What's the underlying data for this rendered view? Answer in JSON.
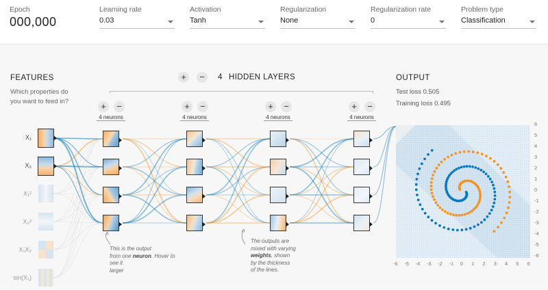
{
  "controls": {
    "epoch_label": "Epoch",
    "epoch_value": "000,000",
    "learning_rate_label": "Learning rate",
    "learning_rate_value": "0.03",
    "activation_label": "Activation",
    "activation_value": "Tanh",
    "regularization_label": "Regularization",
    "regularization_value": "None",
    "reg_rate_label": "Regularization rate",
    "reg_rate_value": "0",
    "problem_type_label": "Problem type",
    "problem_type_value": "Classification"
  },
  "features": {
    "title": "FEATURES",
    "subtitle_line1": "Which properties do",
    "subtitle_line2": "you want to feed in?",
    "items": [
      {
        "label": "X₁",
        "active": true
      },
      {
        "label": "X₂",
        "active": true
      },
      {
        "label": "X₁²",
        "active": false
      },
      {
        "label": "X₂²",
        "active": false
      },
      {
        "label": "X₁X₂",
        "active": false
      },
      {
        "label": "sin(X₁)",
        "active": false
      }
    ]
  },
  "hidden": {
    "count": "4",
    "title": "HIDDEN LAYERS",
    "layers": [
      {
        "neurons_label": "4 neurons"
      },
      {
        "neurons_label": "4 neurons"
      },
      {
        "neurons_label": "4 neurons"
      },
      {
        "neurons_label": "4 neurons"
      }
    ]
  },
  "notes": {
    "neuron_l1": "This is the output",
    "neuron_l2a": "from one ",
    "neuron_l2b": "neuron",
    "neuron_l2c": ". Hover to see it",
    "neuron_l3": "larger",
    "weights_l1": "The outputs are",
    "weights_l2": "mixed with varying",
    "weights_l3a": "weights",
    "weights_l3b": ", shown",
    "weights_l4": "by the thickness",
    "weights_l5": "of the lines."
  },
  "output": {
    "title": "OUTPUT",
    "test_loss": "Test loss 0.505",
    "training_loss": "Training loss 0.495",
    "y_ticks": [
      "6",
      "5",
      "4",
      "3",
      "2",
      "1",
      "0",
      "-1",
      "-2",
      "-3",
      "-4",
      "-5",
      "-6"
    ],
    "x_ticks": [
      "-6",
      "-5",
      "-4",
      "-3",
      "-2",
      "-1",
      "0",
      "1",
      "2",
      "3",
      "4",
      "5",
      "6"
    ]
  },
  "colors": {
    "orange": "#f59322",
    "blue": "#0877bd",
    "bg_blue": "#d6e6f2",
    "bg_orange": "#f5e3cf"
  },
  "buttons": {
    "plus": "+",
    "minus": "−"
  }
}
